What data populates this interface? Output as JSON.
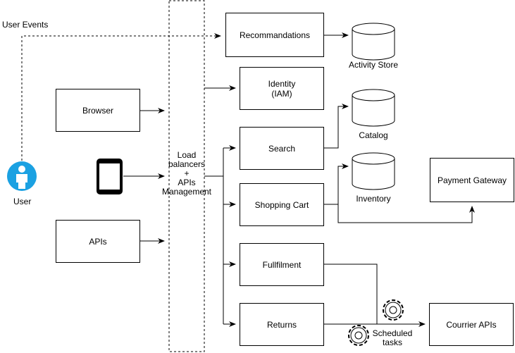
{
  "user_events_label": "User Events",
  "user_label": "User",
  "load_balancer": [
    "Load",
    "balancers",
    "+",
    "APIs",
    "Management"
  ],
  "boxes": {
    "recommandations": "Recommandations",
    "identity_line1": "Identity",
    "identity_line2": "(IAM)",
    "browser": "Browser",
    "search": "Search",
    "shopping_cart": "Shopping Cart",
    "payment_gateway": "Payment Gateway",
    "apis": "APIs",
    "fullfilment": "Fullfilment",
    "returns": "Returns",
    "courrier_apis": "Courrier APIs"
  },
  "stores": {
    "activity_store": "Activity Store",
    "catalog": "Catalog",
    "inventory": "Inventory"
  },
  "scheduled_tasks": [
    "Scheduled",
    "tasks"
  ],
  "colors": {
    "user_icon": "#1ba1e2",
    "stroke": "#000000"
  },
  "icons": [
    "user-icon",
    "mobile-phone-icon",
    "gear-icon",
    "database-icon"
  ]
}
